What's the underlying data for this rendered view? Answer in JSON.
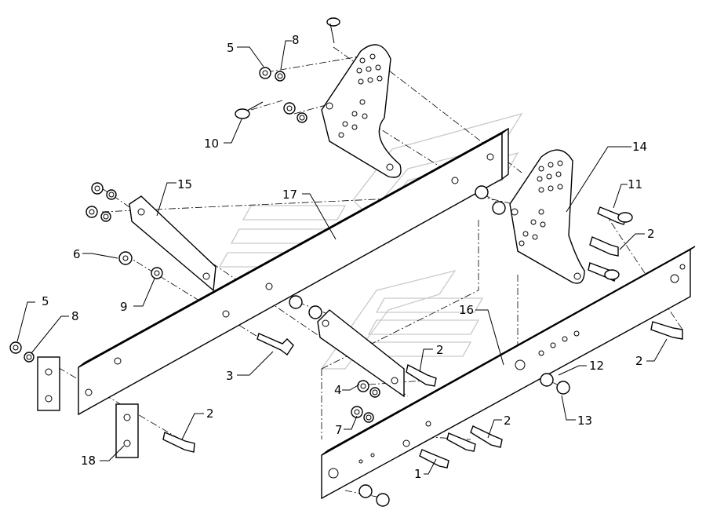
{
  "callouts": [
    {
      "id": "c-5a",
      "text": "5"
    },
    {
      "id": "c-8a",
      "text": "8"
    },
    {
      "id": "c-10",
      "text": "10"
    },
    {
      "id": "c-14",
      "text": "14"
    },
    {
      "id": "c-11",
      "text": "11"
    },
    {
      "id": "c-2a",
      "text": "2"
    },
    {
      "id": "c-15",
      "text": "15"
    },
    {
      "id": "c-17",
      "text": "17"
    },
    {
      "id": "c-6",
      "text": "6"
    },
    {
      "id": "c-9",
      "text": "9"
    },
    {
      "id": "c-5b",
      "text": "5"
    },
    {
      "id": "c-8b",
      "text": "8"
    },
    {
      "id": "c-16",
      "text": "16"
    },
    {
      "id": "c-2b",
      "text": "2"
    },
    {
      "id": "c-2c",
      "text": "2"
    },
    {
      "id": "c-12",
      "text": "12"
    },
    {
      "id": "c-3",
      "text": "3"
    },
    {
      "id": "c-4",
      "text": "4"
    },
    {
      "id": "c-13",
      "text": "13"
    },
    {
      "id": "c-7",
      "text": "7"
    },
    {
      "id": "c-2d",
      "text": "2"
    },
    {
      "id": "c-2e",
      "text": "2"
    },
    {
      "id": "c-18",
      "text": "18"
    },
    {
      "id": "c-1",
      "text": "1"
    }
  ]
}
